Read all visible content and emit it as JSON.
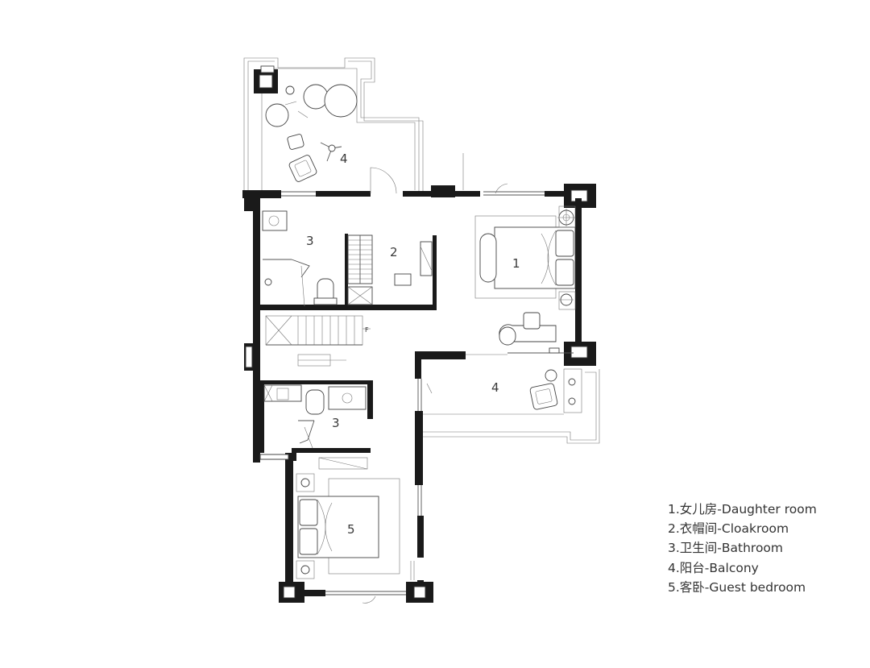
{
  "rooms": {
    "daughter_room": "1",
    "cloakroom": "2",
    "bathroom_upper": "3",
    "bathroom_lower": "3",
    "balcony_upper": "4",
    "balcony_right": "4",
    "guest_bedroom": "5"
  },
  "legend": [
    "1.女儿房-Daughter room",
    "2.衣帽间-Cloakroom",
    "3.卫生间-Bathroom",
    "4.阳台-Balcony",
    "5.客卧-Guest bedroom"
  ],
  "stair_mark": "F",
  "colors": {
    "wall": "#1a1a1a",
    "line": "#555555",
    "background": "#ffffff"
  }
}
